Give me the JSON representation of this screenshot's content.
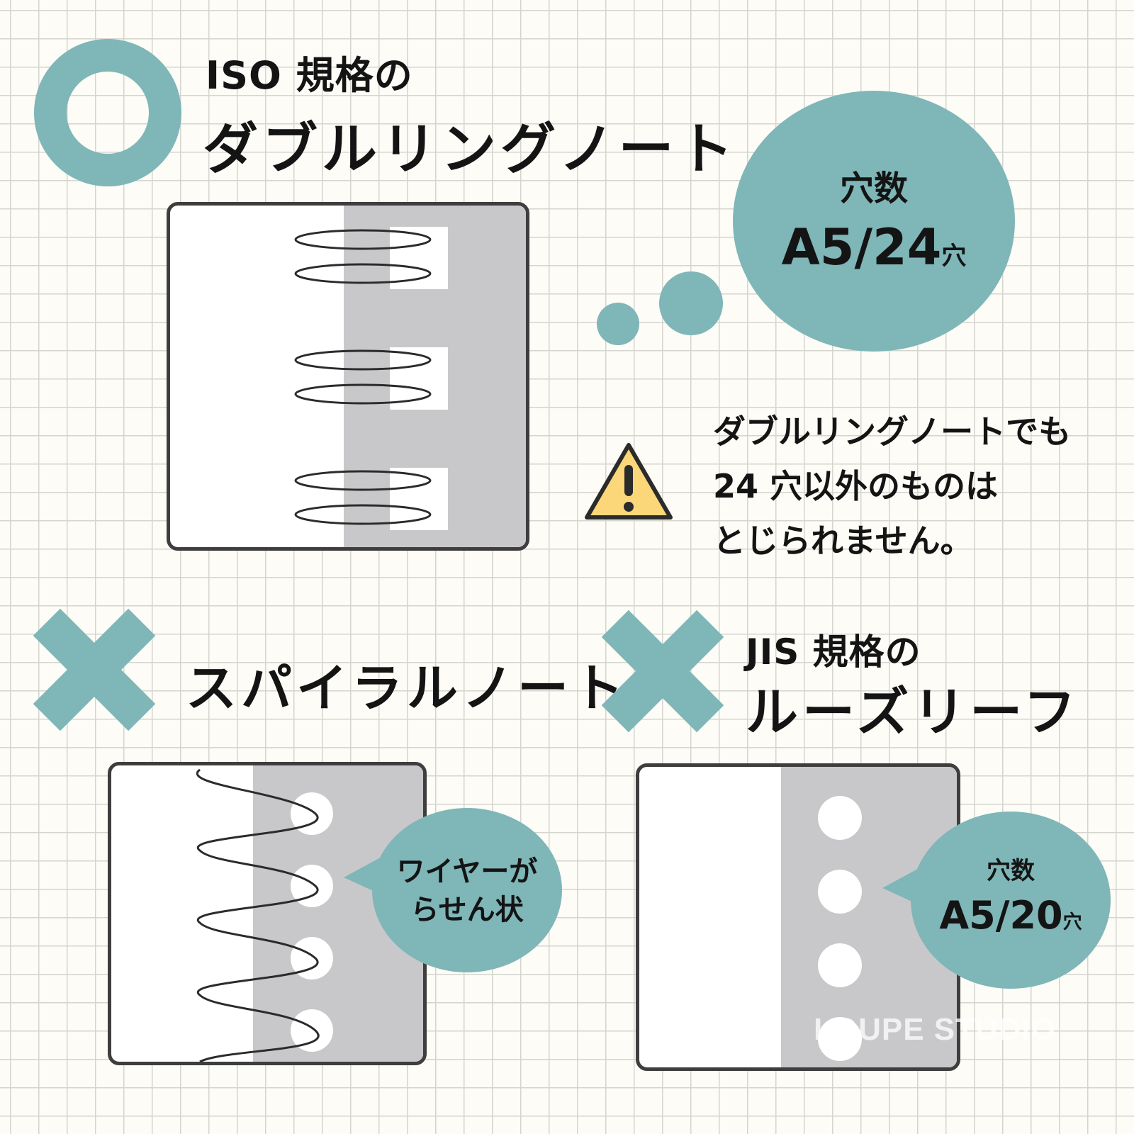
{
  "iso_section": {
    "subtitle": "ISO 規格の",
    "title": "ダブルリングノート",
    "holes_bubble": {
      "label": "穴数",
      "value": "A5/24",
      "unit": "穴"
    },
    "warning": {
      "lines": [
        "ダブルリングノートでも",
        "24 穴以外のものは",
        "とじられません。"
      ]
    },
    "mark": "circle-ok"
  },
  "spiral_section": {
    "title": "スパイラルノート",
    "note_bubble": {
      "lines": [
        "ワイヤーが",
        "らせん状"
      ]
    },
    "mark": "cross-ng"
  },
  "jis_section": {
    "subtitle": "JIS 規格の",
    "title": "ルーズリーフ",
    "holes_bubble": {
      "label": "穴数",
      "value": "A5/20",
      "unit": "穴"
    },
    "mark": "cross-ng"
  },
  "watermark": "LOUPE STUDIO",
  "colors": {
    "accent": "#7fb6b8",
    "warning_fill": "#fbd77a",
    "page_background": "#fdfcf6"
  }
}
